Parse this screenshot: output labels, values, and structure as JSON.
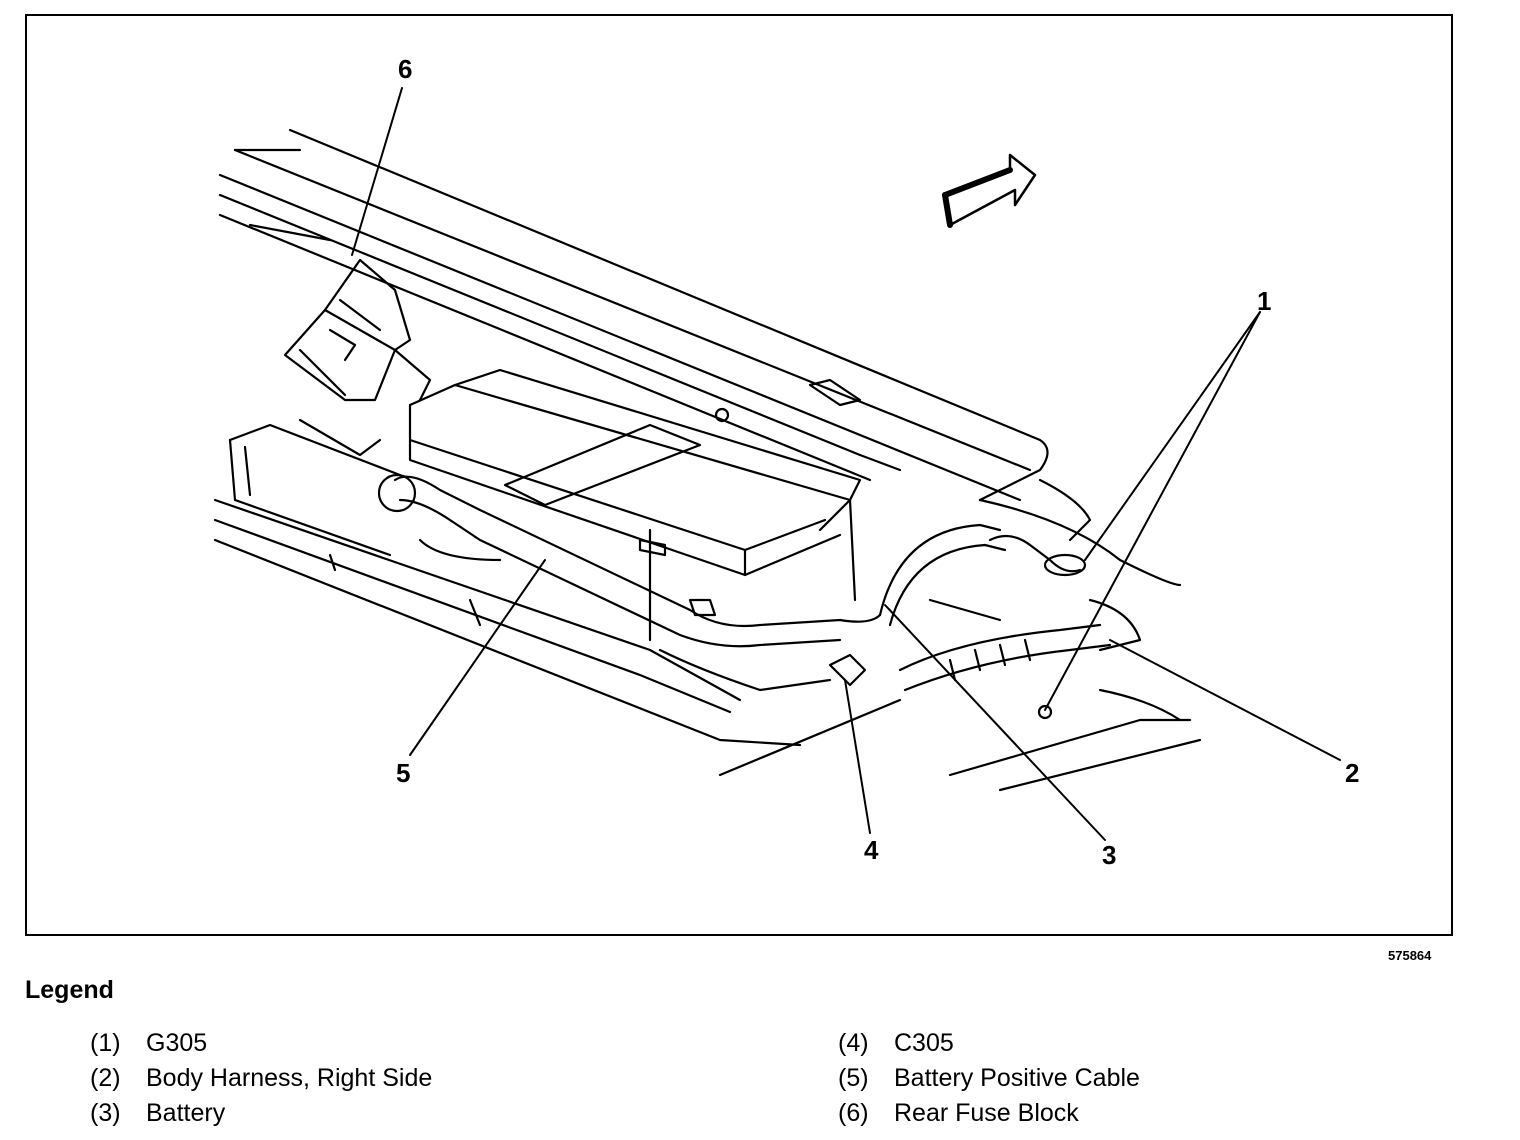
{
  "figure_id": "575864",
  "callouts": {
    "c1": "1",
    "c2": "2",
    "c3": "3",
    "c4": "4",
    "c5": "5",
    "c6": "6"
  },
  "legend": {
    "title": "Legend",
    "items": [
      {
        "num": "(1)",
        "label": "G305"
      },
      {
        "num": "(2)",
        "label": "Body Harness, Right Side"
      },
      {
        "num": "(3)",
        "label": "Battery"
      },
      {
        "num": "(4)",
        "label": "C305"
      },
      {
        "num": "(5)",
        "label": "Battery Positive Cable"
      },
      {
        "num": "(6)",
        "label": "Rear Fuse Block"
      }
    ]
  }
}
